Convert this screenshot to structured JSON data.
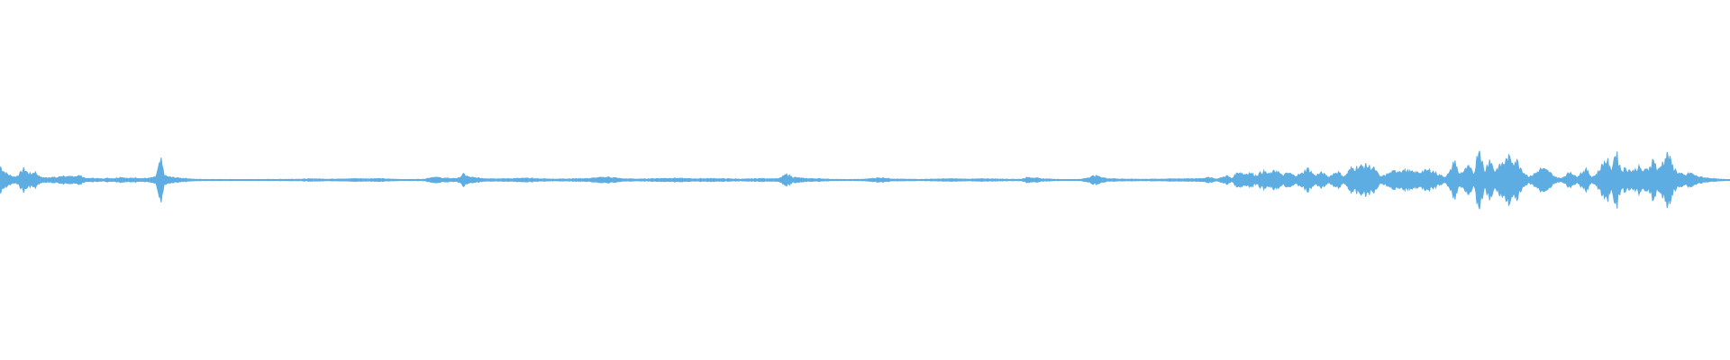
{
  "waveform": {
    "color": "#5dade2",
    "background": "#ffffff",
    "description_free": true,
    "amplitude_envelope": [
      [
        0.0,
        0.1
      ],
      [
        0.003,
        0.05
      ],
      [
        0.006,
        0.03
      ],
      [
        0.009,
        0.02
      ],
      [
        0.012,
        0.05
      ],
      [
        0.014,
        0.08
      ],
      [
        0.016,
        0.05
      ],
      [
        0.018,
        0.04
      ],
      [
        0.02,
        0.06
      ],
      [
        0.023,
        0.02
      ],
      [
        0.026,
        0.015
      ],
      [
        0.03,
        0.02
      ],
      [
        0.033,
        0.015
      ],
      [
        0.036,
        0.03
      ],
      [
        0.039,
        0.02
      ],
      [
        0.042,
        0.025
      ],
      [
        0.046,
        0.03
      ],
      [
        0.05,
        0.01
      ],
      [
        0.054,
        0.012
      ],
      [
        0.058,
        0.008
      ],
      [
        0.062,
        0.012
      ],
      [
        0.066,
        0.01
      ],
      [
        0.07,
        0.02
      ],
      [
        0.074,
        0.01
      ],
      [
        0.078,
        0.015
      ],
      [
        0.082,
        0.01
      ],
      [
        0.086,
        0.012
      ],
      [
        0.09,
        0.02
      ],
      [
        0.093,
        0.14
      ],
      [
        0.095,
        0.03
      ],
      [
        0.098,
        0.02
      ],
      [
        0.102,
        0.015
      ],
      [
        0.108,
        0.01
      ],
      [
        0.112,
        0.005
      ],
      [
        0.12,
        0.004
      ],
      [
        0.14,
        0.003
      ],
      [
        0.16,
        0.004
      ],
      [
        0.175,
        0.006
      ],
      [
        0.182,
        0.008
      ],
      [
        0.19,
        0.005
      ],
      [
        0.195,
        0.008
      ],
      [
        0.2,
        0.006
      ],
      [
        0.205,
        0.01
      ],
      [
        0.21,
        0.008
      ],
      [
        0.218,
        0.01
      ],
      [
        0.225,
        0.006
      ],
      [
        0.235,
        0.003
      ],
      [
        0.245,
        0.005
      ],
      [
        0.25,
        0.02
      ],
      [
        0.255,
        0.015
      ],
      [
        0.26,
        0.01
      ],
      [
        0.265,
        0.012
      ],
      [
        0.268,
        0.04
      ],
      [
        0.271,
        0.02
      ],
      [
        0.275,
        0.015
      ],
      [
        0.28,
        0.01
      ],
      [
        0.29,
        0.008
      ],
      [
        0.298,
        0.01
      ],
      [
        0.305,
        0.012
      ],
      [
        0.312,
        0.008
      ],
      [
        0.32,
        0.006
      ],
      [
        0.33,
        0.008
      ],
      [
        0.34,
        0.01
      ],
      [
        0.345,
        0.015
      ],
      [
        0.352,
        0.02
      ],
      [
        0.36,
        0.008
      ],
      [
        0.37,
        0.006
      ],
      [
        0.38,
        0.01
      ],
      [
        0.39,
        0.012
      ],
      [
        0.4,
        0.008
      ],
      [
        0.41,
        0.01
      ],
      [
        0.42,
        0.008
      ],
      [
        0.43,
        0.006
      ],
      [
        0.44,
        0.01
      ],
      [
        0.45,
        0.008
      ],
      [
        0.455,
        0.04
      ],
      [
        0.458,
        0.02
      ],
      [
        0.465,
        0.01
      ],
      [
        0.475,
        0.008
      ],
      [
        0.482,
        0.004
      ],
      [
        0.49,
        0.003
      ],
      [
        0.5,
        0.005
      ],
      [
        0.505,
        0.012
      ],
      [
        0.51,
        0.015
      ],
      [
        0.515,
        0.008
      ],
      [
        0.522,
        0.005
      ],
      [
        0.53,
        0.004
      ],
      [
        0.54,
        0.006
      ],
      [
        0.55,
        0.008
      ],
      [
        0.56,
        0.006
      ],
      [
        0.57,
        0.008
      ],
      [
        0.58,
        0.006
      ],
      [
        0.59,
        0.005
      ],
      [
        0.595,
        0.02
      ],
      [
        0.598,
        0.015
      ],
      [
        0.602,
        0.008
      ],
      [
        0.61,
        0.005
      ],
      [
        0.615,
        0.003
      ],
      [
        0.625,
        0.004
      ],
      [
        0.633,
        0.03
      ],
      [
        0.636,
        0.02
      ],
      [
        0.64,
        0.01
      ],
      [
        0.65,
        0.006
      ],
      [
        0.66,
        0.005
      ],
      [
        0.67,
        0.006
      ],
      [
        0.68,
        0.008
      ],
      [
        0.69,
        0.008
      ],
      [
        0.695,
        0.012
      ],
      [
        0.7,
        0.018
      ],
      [
        0.703,
        0.005
      ],
      [
        0.706,
        0.015
      ],
      [
        0.709,
        0.03
      ],
      [
        0.712,
        0.01
      ],
      [
        0.716,
        0.06
      ],
      [
        0.719,
        0.04
      ],
      [
        0.722,
        0.05
      ],
      [
        0.726,
        0.03
      ],
      [
        0.73,
        0.06
      ],
      [
        0.734,
        0.04
      ],
      [
        0.738,
        0.07
      ],
      [
        0.741,
        0.03
      ],
      [
        0.745,
        0.05
      ],
      [
        0.748,
        0.03
      ],
      [
        0.752,
        0.04
      ],
      [
        0.756,
        0.08
      ],
      [
        0.76,
        0.03
      ],
      [
        0.764,
        0.05
      ],
      [
        0.768,
        0.02
      ],
      [
        0.773,
        0.06
      ],
      [
        0.777,
        0.02
      ],
      [
        0.781,
        0.08
      ],
      [
        0.785,
        0.09
      ],
      [
        0.79,
        0.1
      ],
      [
        0.794,
        0.08
      ],
      [
        0.798,
        0.02
      ],
      [
        0.802,
        0.04
      ],
      [
        0.806,
        0.06
      ],
      [
        0.81,
        0.07
      ],
      [
        0.814,
        0.06
      ],
      [
        0.818,
        0.05
      ],
      [
        0.823,
        0.06
      ],
      [
        0.827,
        0.07
      ],
      [
        0.831,
        0.04
      ],
      [
        0.835,
        0.02
      ],
      [
        0.838,
        0.05
      ],
      [
        0.841,
        0.14
      ],
      [
        0.843,
        0.04
      ],
      [
        0.846,
        0.06
      ],
      [
        0.849,
        0.09
      ],
      [
        0.852,
        0.04
      ],
      [
        0.855,
        0.24
      ],
      [
        0.858,
        0.05
      ],
      [
        0.861,
        0.15
      ],
      [
        0.864,
        0.06
      ],
      [
        0.868,
        0.11
      ],
      [
        0.872,
        0.15
      ],
      [
        0.877,
        0.13
      ],
      [
        0.881,
        0.05
      ],
      [
        0.884,
        0.02
      ],
      [
        0.888,
        0.05
      ],
      [
        0.891,
        0.08
      ],
      [
        0.895,
        0.06
      ],
      [
        0.899,
        0.02
      ],
      [
        0.902,
        0.01
      ],
      [
        0.905,
        0.03
      ],
      [
        0.908,
        0.06
      ],
      [
        0.911,
        0.02
      ],
      [
        0.914,
        0.05
      ],
      [
        0.917,
        0.07
      ],
      [
        0.92,
        0.02
      ],
      [
        0.923,
        0.04
      ],
      [
        0.926,
        0.1
      ],
      [
        0.929,
        0.15
      ],
      [
        0.931,
        0.06
      ],
      [
        0.934,
        0.2
      ],
      [
        0.937,
        0.07
      ],
      [
        0.94,
        0.08
      ],
      [
        0.944,
        0.06
      ],
      [
        0.947,
        0.09
      ],
      [
        0.95,
        0.06
      ],
      [
        0.953,
        0.08
      ],
      [
        0.956,
        0.15
      ],
      [
        0.958,
        0.06
      ],
      [
        0.961,
        0.12
      ],
      [
        0.964,
        0.18
      ],
      [
        0.967,
        0.09
      ],
      [
        0.97,
        0.05
      ],
      [
        0.974,
        0.03
      ],
      [
        0.977,
        0.05
      ],
      [
        0.98,
        0.03
      ],
      [
        0.983,
        0.02
      ],
      [
        0.986,
        0.015
      ],
      [
        0.99,
        0.01
      ],
      [
        0.994,
        0.005
      ],
      [
        1.0,
        0.003
      ]
    ]
  }
}
